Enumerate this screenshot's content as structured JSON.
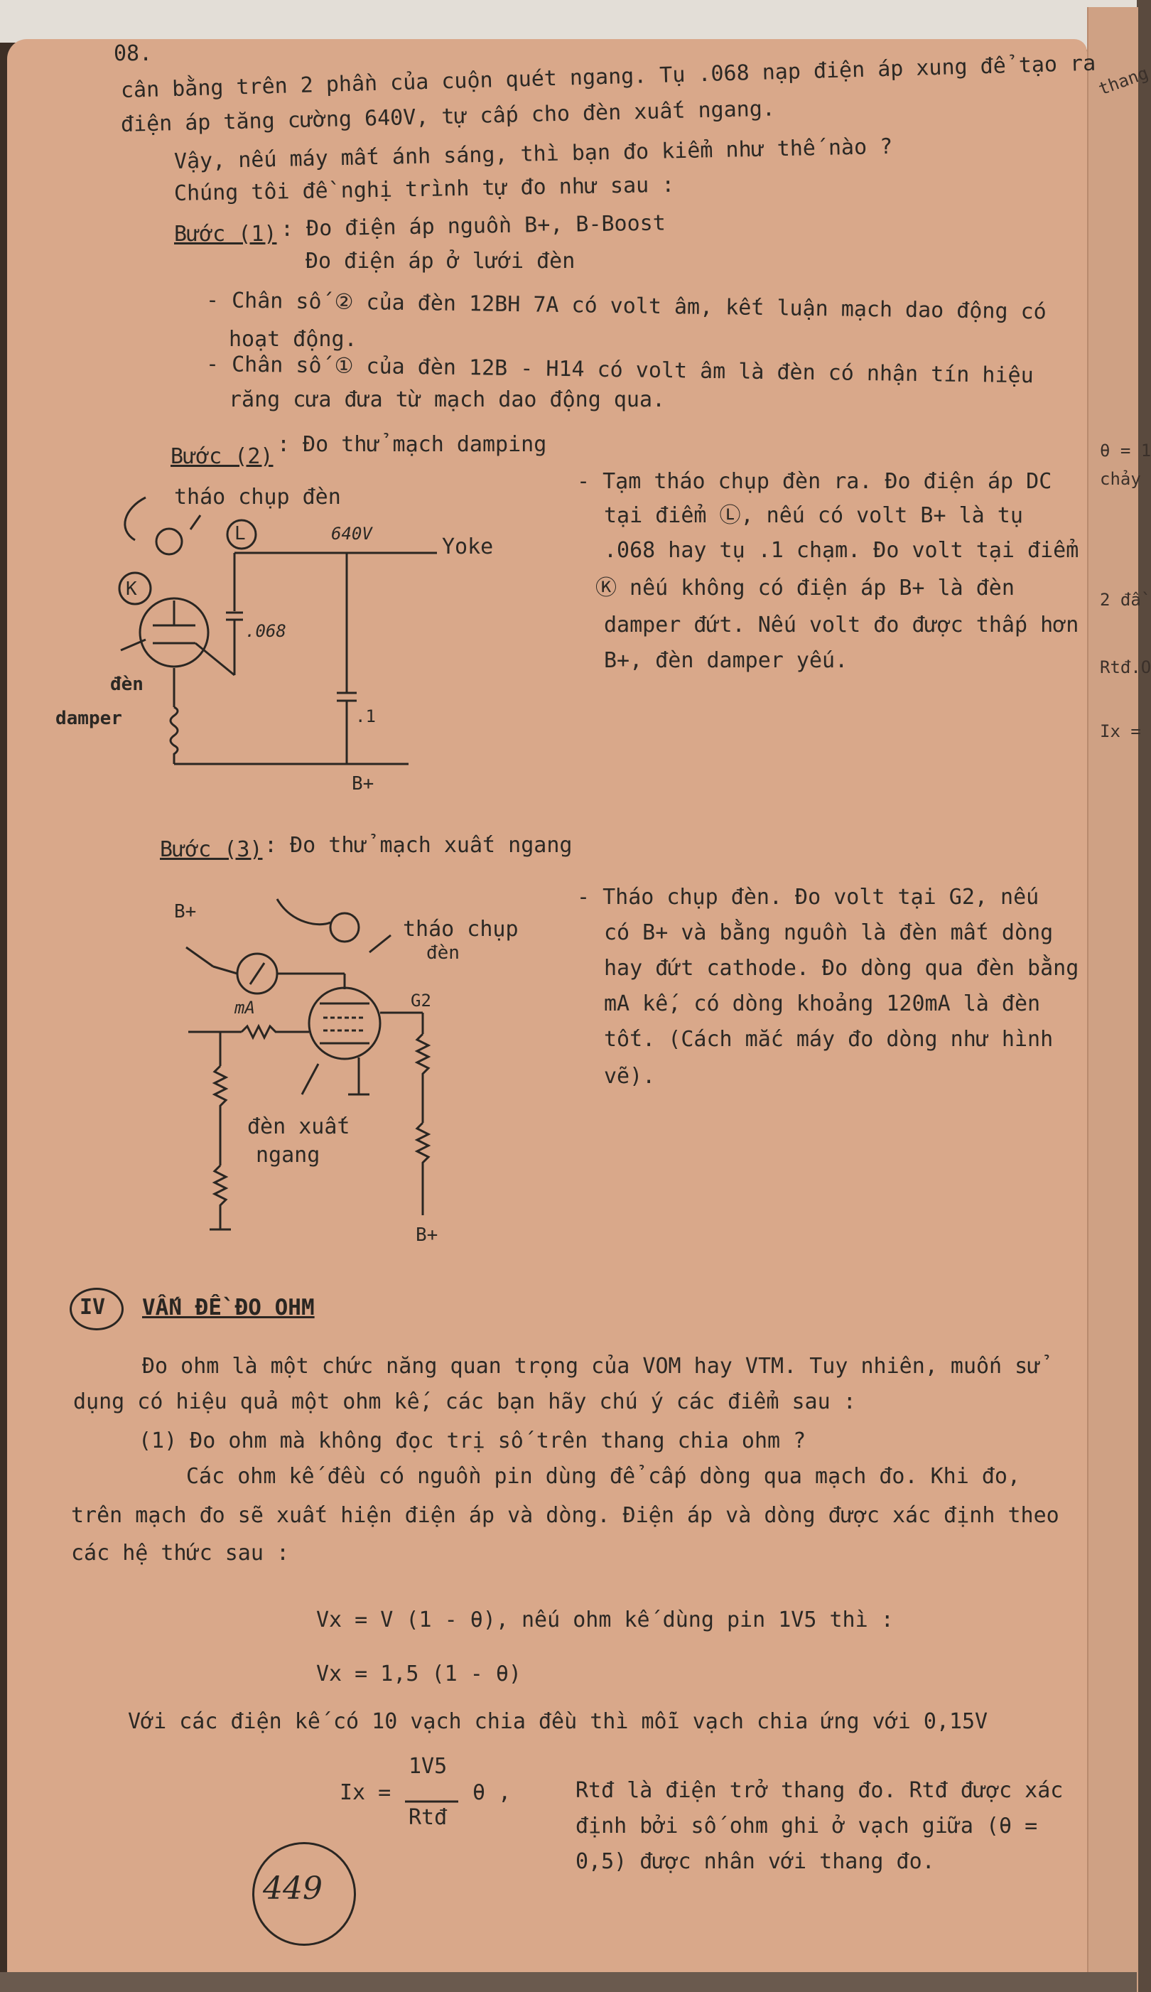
{
  "page": {
    "number": "08.",
    "intro": [
      "cân bằng trên 2 phần của cuộn quét ngang. Tụ .068 nạp điện áp xung để tạo ra",
      "điện áp tăng cường 640V, tự cấp cho đèn xuất ngang.",
      "Vậy, nếu máy mất ánh sáng, thì bạn đo kiểm như thế nào ?",
      "Chúng tôi đề nghị trình tự đo như sau :"
    ],
    "step1": {
      "label": "Bước (1)",
      "lines": [
        ": Đo điện áp nguồn B+, B-Boost",
        "Đo điện áp ở lưới đèn",
        "- Chân số ② của đèn 12BH 7A có volt âm, kết luận mạch dao động có",
        "hoạt động.",
        "- Chân số ① của đèn 12B - H14 có volt âm là đèn có nhận tín hiệu",
        "răng cưa đưa từ mạch dao động qua."
      ]
    },
    "step2": {
      "label": "Bước (2)",
      "title": ": Đo thử mạch damping",
      "diagram": {
        "remove_cap": "tháo chụp đèn",
        "L": "L",
        "v640": "640V",
        "yoke": "Yoke",
        "K": "K",
        "c068": ".068",
        "c1": ".1",
        "den": "đèn",
        "damper": "damper",
        "bplus": "B+"
      },
      "text": [
        "- Tạm tháo chụp đèn ra. Đo điện áp DC",
        "tại điểm Ⓛ, nếu có volt B+ là tụ",
        ".068 hay tụ .1 chạm. Đo volt tại điểm",
        "Ⓚ nếu không có điện áp B+ là đèn",
        "damper đứt. Nếu volt đo được thấp hơn",
        "B+, đèn damper yếu."
      ]
    },
    "step3": {
      "label": "Bước (3)",
      "title": ": Đo thử mạch xuất ngang",
      "diagram": {
        "bplus_top": "B+",
        "remove_cap": "tháo chụp",
        "remove_cap2": "đèn",
        "ma": "mA",
        "g2": "G2",
        "tube1": "đèn xuất",
        "tube2": "ngang",
        "bplus_bottom": "B+"
      },
      "text": [
        "- Tháo chụp đèn. Đo volt tại G2, nếu",
        "có B+ và bằng nguồn là đèn mất dòng",
        "hay đứt cathode. Đo dòng qua đèn bằng",
        "mA kế, có dòng khoảng 120mA là đèn",
        "tốt. (Cách mắc máy đo dòng như hình",
        "vẽ)."
      ]
    },
    "section4": {
      "numeral": "IV",
      "title": "VẤN ĐỀ ĐO OHM",
      "para": [
        "Đo ohm là một chức năng quan trọng của VOM hay VTM. Tuy nhiên, muốn sử",
        "dụng có hiệu quả một ohm kế, các bạn hãy chú ý các điểm sau :",
        "(1) Đo ohm mà không đọc trị số trên thang chia ohm ?",
        "Các ohm kế đều có nguồn pin dùng để cấp dòng qua mạch đo. Khi đo,",
        "trên mạch đo sẽ xuất hiện điện áp và dòng. Điện áp và dòng được xác định theo",
        "các hệ thức sau :"
      ],
      "formula1": "Vx = V (1 - θ), nếu ohm kế dùng pin 1V5 thì :",
      "formula2": "Vx = 1,5 (1 - θ)",
      "line_after": "Với các điện kế có 10 vạch chia đều thì mỗi vạch chia ứng với 0,15V",
      "ix_lhs": "Ix =",
      "ix_num": "1V5",
      "ix_den": "Rtđ",
      "ix_theta": "θ  ,",
      "rtd": [
        "Rtđ là điện trở thang đo. Rtđ được xác",
        "định bởi số ohm ghi ở vạch giữa (θ =",
        "0,5) được nhân với thang đo."
      ],
      "page_stamp": "449"
    },
    "right_strip": [
      "thang",
      "θ = 1",
      "chảy",
      "2 đầ",
      "Rtđ.O",
      "Ix ="
    ]
  }
}
